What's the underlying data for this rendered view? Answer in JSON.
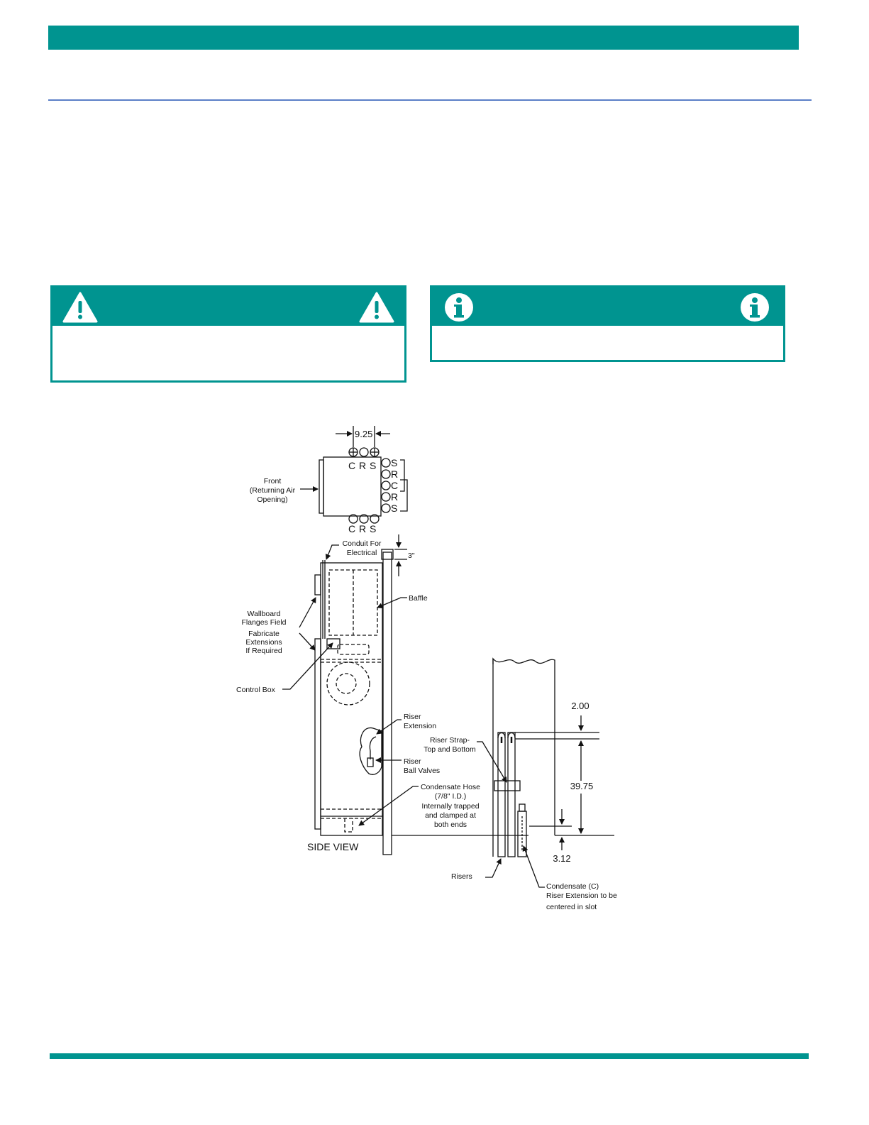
{
  "colors": {
    "accent": "#009490",
    "rule": "#5b7fc7"
  },
  "icons": {
    "warning": "warning-triangle-icon",
    "info": "info-circle-icon"
  },
  "top_view": {
    "dimension": "9.25",
    "top_connections": [
      "C",
      "R",
      "S"
    ],
    "side_connections": [
      "S",
      "R",
      "C",
      "R",
      "S"
    ],
    "bottom_connections": [
      "C",
      "R",
      "S"
    ],
    "front_label": [
      "Front",
      "(Returning Air",
      "Opening)"
    ]
  },
  "side_view": {
    "title": "SIDE VIEW",
    "conduit_label": [
      "Conduit For",
      "Electrical"
    ],
    "clearance": "3\"",
    "baffle_label": "Baffle",
    "wallboard_label": [
      "Wallboard",
      "Flanges Field",
      "Fabricate",
      "Extensions",
      "If Required"
    ],
    "control_box_label": "Control Box",
    "riser_extension_label": [
      "Riser",
      "Extension"
    ],
    "riser_valves_label": [
      "Riser",
      "Ball Valves"
    ],
    "condensate_hose_label": [
      "Condensate Hose",
      "(7/8\" I.D.)",
      "Internally trapped",
      "and clamped at",
      "both ends"
    ]
  },
  "riser_detail": {
    "dim_top": "2.00",
    "dim_middle": "39.75",
    "dim_bottom": "3.12",
    "strap_label": [
      "Riser Strap-",
      "Top and Bottom"
    ],
    "risers_label": "Risers",
    "condensate_label": [
      "Condensate (C)",
      "Riser Extension to be",
      "centered in slot"
    ]
  }
}
